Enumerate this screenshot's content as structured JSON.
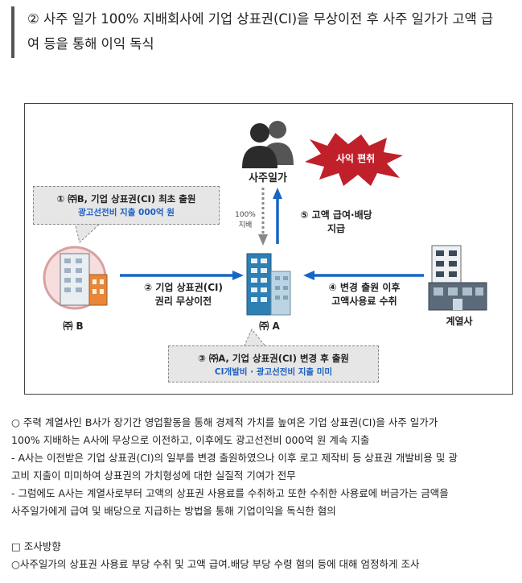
{
  "heading": {
    "line1": "② 사주 일가 100% 지배회사에 기업 상표권(CI)을 무상이전 후 사주 일가가 고액 급",
    "line2": "여 등을 통해 이익 독식"
  },
  "diagram": {
    "owner_label": "사주일가",
    "profit_label": "사익 편취",
    "control_label_1": "100%",
    "control_label_2": "지배",
    "bubble_b": {
      "line1": "① ㈜B, 기업 상표권(CI) 최초 출원",
      "line2": "광고선전비 지출 000억 원"
    },
    "company_b": "㈜ B",
    "company_a": "㈜ A",
    "affiliate": "계열사",
    "step2": {
      "line1": "② 기업 상표권(CI)",
      "line2": "권리 무상이전"
    },
    "step4": {
      "line1": "④ 변경 출원 이후",
      "line2": "고액사용료 수취"
    },
    "step5": {
      "line1": "⑤ 고액 급여·배당",
      "line2": "지급"
    },
    "bubble_a": {
      "line1": "③ ㈜A, 기업 상표권(CI) 변경 후 출원",
      "line2": "CI개발비 · 광고선전비 지출 미미"
    },
    "colors": {
      "arrow_blue": "#1666c5",
      "burst_red": "#c0202a",
      "text_blue": "#1b5fc2"
    }
  },
  "body_text": [
    "○ 주력 계열사인 B사가 장기간 영업활동을 통해 경제적 가치를 높여온 기업 상표권(CI)을 사주 일가가",
    "100% 지배하는 A사에 무상으로 이전하고, 이후에도 광고선전비 000억 원 계속 지출",
    "- A사는 이전받은 기업 상표권(CI)의 일부를 변경 출원하였으나 이후 로고 제작비 등 상표권 개발비용 및 광",
    "고비 지출이 미미하여 상표권의 가치형성에 대한 실질적 기여가 전무",
    "- 그럼에도 A사는 계열사로부터 고액의 상표권 사용료를 수취하고 또한 수취한 사용료에 버금가는 금액을",
    "사주일가에게 급여 및 배당으로 지급하는 방법을 통해 기업이익을 독식한 혐의"
  ],
  "section": {
    "title": "□ 조사방향",
    "item": "○사주일가의 상표권 사용료 부당 수취 및 고액 급여.배당 부당 수령 혐의 등에 대해 엄정하게 조사"
  }
}
